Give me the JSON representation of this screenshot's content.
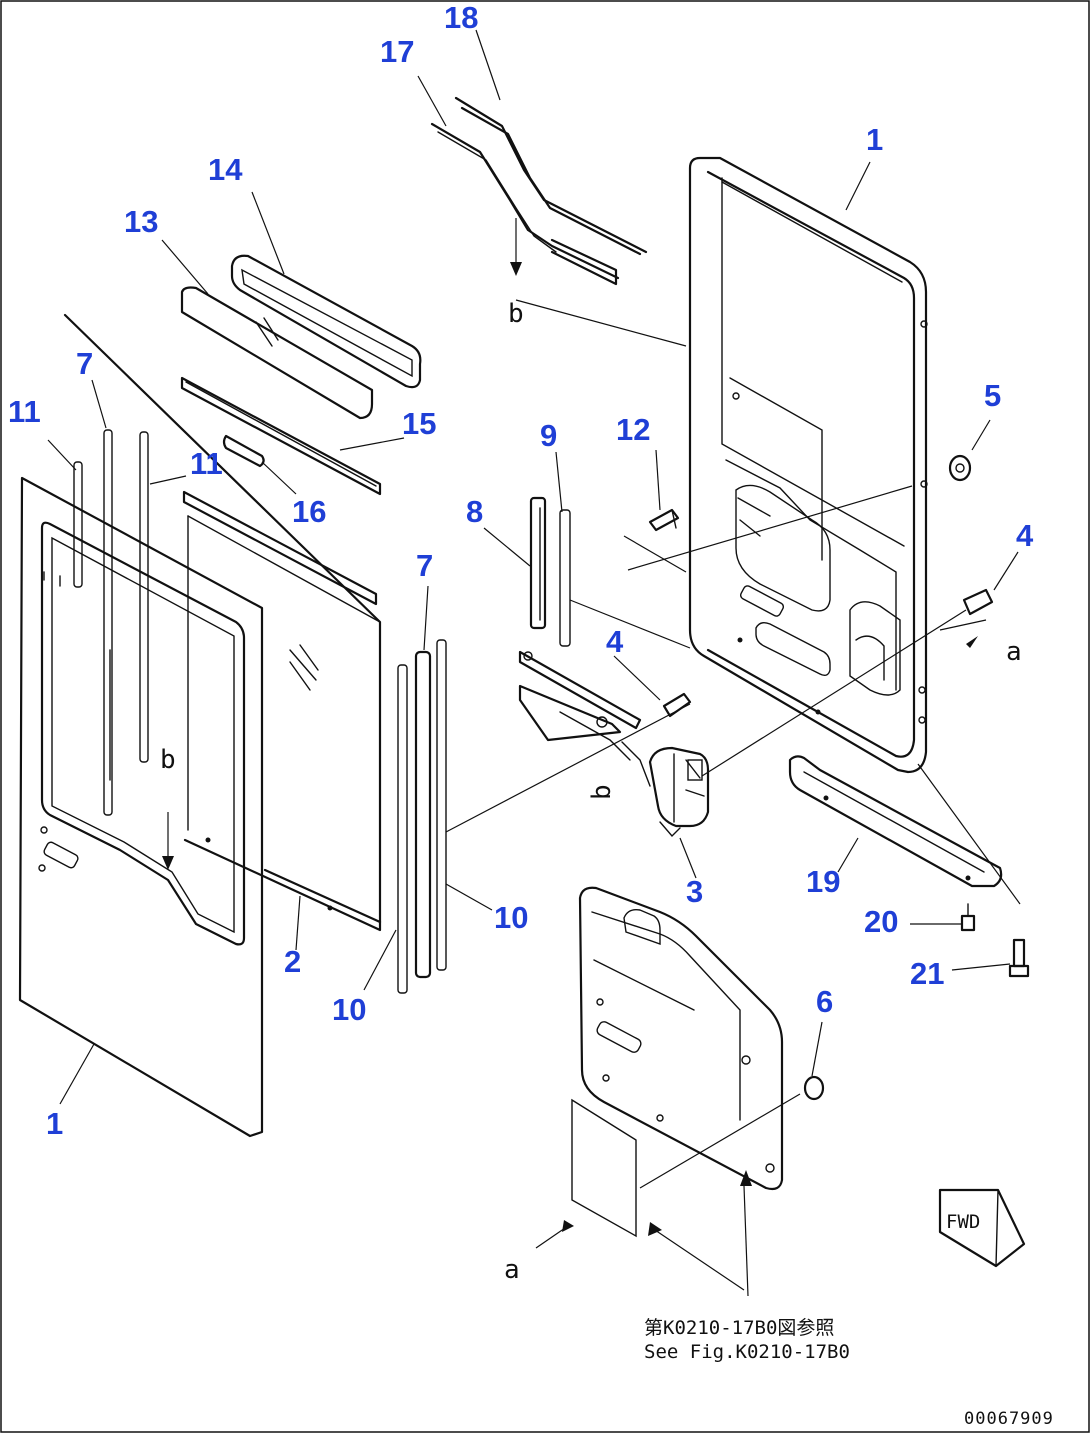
{
  "callouts": {
    "c1_top": "1",
    "c1_left": "1",
    "c2": "2",
    "c3": "3",
    "c4_right": "4",
    "c4_mid": "4",
    "c5": "5",
    "c6": "6",
    "c7_left": "7",
    "c7_mid": "7",
    "c8": "8",
    "c9": "9",
    "c10_right": "10",
    "c10_left": "10",
    "c11_left": "11",
    "c11_mid": "11",
    "c12": "12",
    "c13": "13",
    "c14": "14",
    "c15": "15",
    "c16": "16",
    "c17": "17",
    "c18": "18",
    "c19": "19",
    "c20": "20",
    "c21": "21"
  },
  "view_markers": {
    "a_right": "a",
    "a_bottom": "a",
    "b_left": "b",
    "b_top": "b",
    "b_latch": "b"
  },
  "reference_note": {
    "line_jp": "第K0210-17B0図参照",
    "line_en": "See Fig.K0210-17B0"
  },
  "fwd_mark": "FWD",
  "figure_id": "00067909"
}
